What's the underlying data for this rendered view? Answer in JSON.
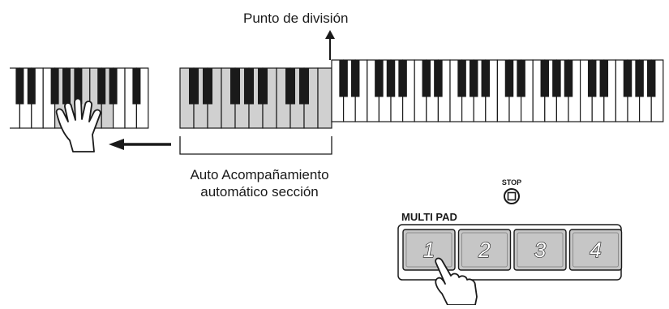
{
  "split_point_label": "Punto de división",
  "accompaniment_section": {
    "line1": "Auto Acompañamiento",
    "line2": "automático sección"
  },
  "stop_button": {
    "label": "STOP"
  },
  "multi_pad": {
    "label": "MULTI PAD",
    "pads": [
      "1",
      "2",
      "3",
      "4"
    ]
  },
  "colors": {
    "outline": "#1a1a1a",
    "highlight_gray": "#d0d0d0",
    "pad_gray": "#c6c6c6",
    "white_key": "#ffffff"
  },
  "icons": [
    "hand-icon",
    "pointing-hand-icon",
    "left-arrow-icon",
    "up-arrow-icon"
  ]
}
